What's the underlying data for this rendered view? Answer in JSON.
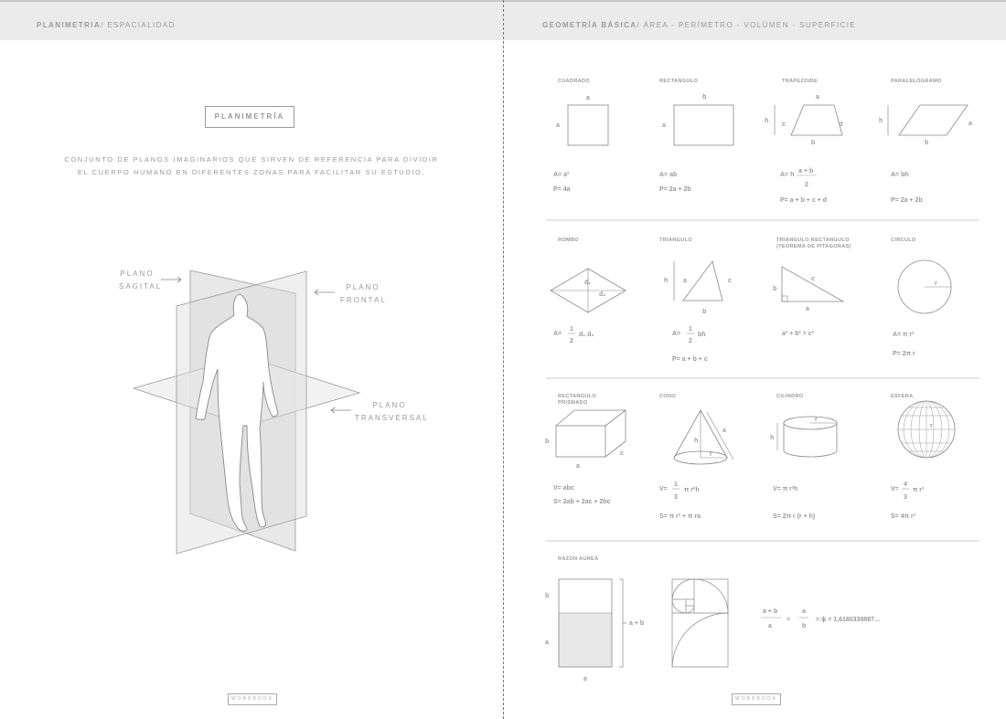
{
  "left_page": {
    "header_bold": "PLANIMETRIA",
    "header_rest": "/ ESPACIALIDAD",
    "title": "PLANIMETRÍA",
    "description_line1": "CONJUNTO DE PLANOS IMAGINARIOS QUE SIRVEN DE REFERENCIA PARA DIVIDIR",
    "description_line2": "EL CUERPO HUMANO EN DIFERENTES ZONAS PARA FACILITAR SU ESTUDIO.",
    "planes": {
      "sagital": [
        "PLANO",
        "SAGITAL"
      ],
      "frontal": [
        "PLANO",
        "FRONTAL"
      ],
      "transversal": [
        "PLANO",
        "TRANSVERSAL"
      ]
    },
    "footer": "WORKBOOK"
  },
  "right_page": {
    "header_bold": "GEOMETRÍA BÁSICA",
    "header_rest": "/ ÁREA - PERÍMETRO - VOLÚMEN - SUPERFICIE",
    "footer": "WORKBOOK",
    "shapes": {
      "cuadrado": {
        "title": "CUADRADO",
        "a": "a",
        "f1": "A= a²",
        "f2": "P= 4a"
      },
      "rectangulo": {
        "title": "RECTANGULO",
        "a": "a",
        "b": "b",
        "f1": "A= ab",
        "f2": "P= 2a + 2b"
      },
      "trapezoide": {
        "title": "TRAPEZOIDE",
        "a": "a",
        "b": "b",
        "c": "c",
        "d": "d",
        "h": "h",
        "f1a": "A= h",
        "f1n": "a + b",
        "f1d": "2",
        "f2": "P= a + b + c + d"
      },
      "paralelogramo": {
        "title": "PARALELOGRAMO",
        "a": "a",
        "b": "b",
        "h": "h",
        "f1": "A= bh",
        "f2": "P= 2a + 2b"
      },
      "rombo": {
        "title": "ROMBO",
        "d1": "d₁",
        "d2": "d₂",
        "fa": "A=",
        "fn": "1",
        "fd": "2",
        "fr": "d₁ d₂"
      },
      "triangulo": {
        "title": "TRIANGULO",
        "a": "a",
        "b": "b",
        "c": "c",
        "h": "h",
        "fa": "A=",
        "fn": "1",
        "fd": "2",
        "fr": "bh",
        "f2": "P= a + b + c"
      },
      "triangulo_rect": {
        "title1": "TRIANGULO RECTANGULO",
        "title2": "(TEOREMA DE PITAGORAS)",
        "a": "a",
        "b": "b",
        "c": "c",
        "f1": "a² + b² = c²"
      },
      "circulo": {
        "title": "CIRCULO",
        "r": "r",
        "f1": "A= π r²",
        "f2": "P= 2π r"
      },
      "prisma": {
        "title1": "RECTANGULO",
        "title2": "PRISMADO",
        "a": "a",
        "b": "b",
        "c": "c",
        "f1": "V= abc",
        "f2": "S= 2ab + 2ac + 2bc"
      },
      "cono": {
        "title": "CONO",
        "a": "a",
        "h": "h",
        "r": "r",
        "fa": "V=",
        "fn": "1",
        "fd": "3",
        "fr": "π r²h",
        "f2": "S= π r² + π ra"
      },
      "cilindro": {
        "title": "CILINDRO",
        "h": "h",
        "r": "r",
        "f1": "V= π r²h",
        "f2": "S= 2π r (r + h)"
      },
      "esfera": {
        "title": "ESFERA",
        "r": "r",
        "fa": "V=",
        "fn": "4",
        "fd": "3",
        "fr": "π r³",
        "f2": "S= 4π r²"
      },
      "razon": {
        "title": "RAZON AUREA",
        "a": "a",
        "b": "b",
        "ab": "a + b",
        "bottom_a": "a",
        "n1": "a + b",
        "d1": "a",
        "eq1": "=",
        "n2": "a",
        "d2": "b",
        "eq2": "= ϕ = 1,6180339887..."
      }
    }
  }
}
